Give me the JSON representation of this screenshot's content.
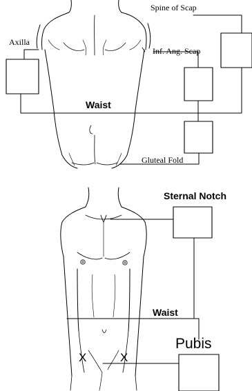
{
  "back_view": {
    "labels": {
      "spine_of_scap": "Spine of Scap",
      "axilla": "Axilla",
      "inf_ang_scap": "Inf. Ang. Scap",
      "waist": "Waist",
      "gluteal_fold": "Gluteal Fold"
    }
  },
  "front_view": {
    "labels": {
      "sternal_notch": "Sternal Notch",
      "waist": "Waist",
      "pubis": "Pubis",
      "x_left": "X",
      "x_right": "X"
    }
  }
}
